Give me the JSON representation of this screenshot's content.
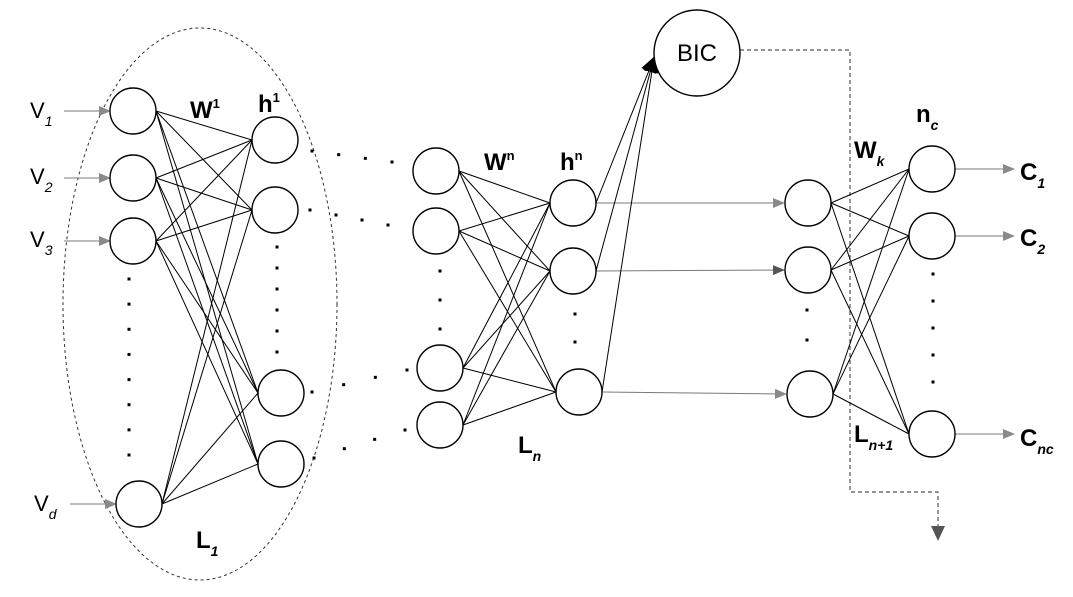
{
  "inputs": [
    {
      "base": "V",
      "sub": "1"
    },
    {
      "base": "V",
      "sub": "2"
    },
    {
      "base": "V",
      "sub": "3"
    },
    {
      "base": "V",
      "sub": "d"
    }
  ],
  "weights": {
    "w1": {
      "base": "W",
      "sup": "1"
    },
    "wn": {
      "base": "W",
      "sup": "n"
    },
    "wk": {
      "base": "W",
      "sub": "k"
    }
  },
  "hidden": {
    "h1": {
      "base": "h",
      "sup": "1"
    },
    "hn": {
      "base": "h",
      "sup": "n"
    }
  },
  "layers": {
    "l1": {
      "base": "L",
      "sub": "1"
    },
    "ln": {
      "base": "L",
      "sub": "n"
    },
    "ln1": {
      "base": "L",
      "sub": "n+1"
    }
  },
  "nc": {
    "base": "n",
    "sub": "c"
  },
  "bic": "BIC",
  "outputs": [
    {
      "base": "C",
      "sub": "1"
    },
    {
      "base": "C",
      "sub": "2"
    },
    {
      "base": "C",
      "sub": "nc"
    }
  ],
  "colors": {
    "line": "#000000",
    "arrow": "#7a7a7a",
    "dashed": "#555555"
  }
}
